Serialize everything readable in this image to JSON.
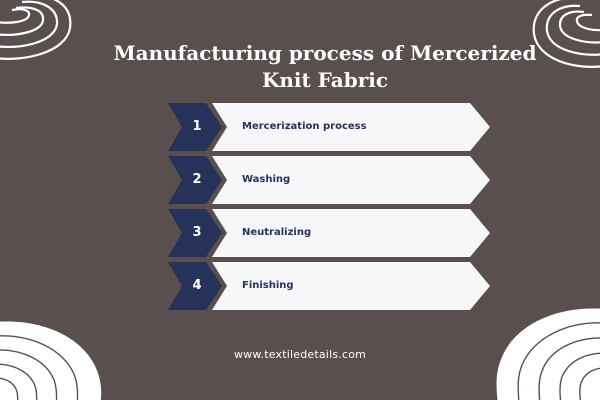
{
  "title": {
    "line1": "Manufacturing process of Mercerized",
    "line2": "Knit Fabric"
  },
  "steps": [
    {
      "number": "1",
      "label": "Mercerization process"
    },
    {
      "number": "2",
      "label": "Washing"
    },
    {
      "number": "3",
      "label": "Neutralizing"
    },
    {
      "number": "4",
      "label": "Finishing"
    }
  ],
  "footer": {
    "website": "www.textiledetails.com"
  },
  "colors": {
    "background": "#5a4f4f",
    "chevron_navy": "#26325a",
    "arrow_fill": "#f7f7f9",
    "text_navy": "#26325a",
    "decoration": "#ffffff"
  },
  "icons": [
    "contour-ring-decoration"
  ]
}
